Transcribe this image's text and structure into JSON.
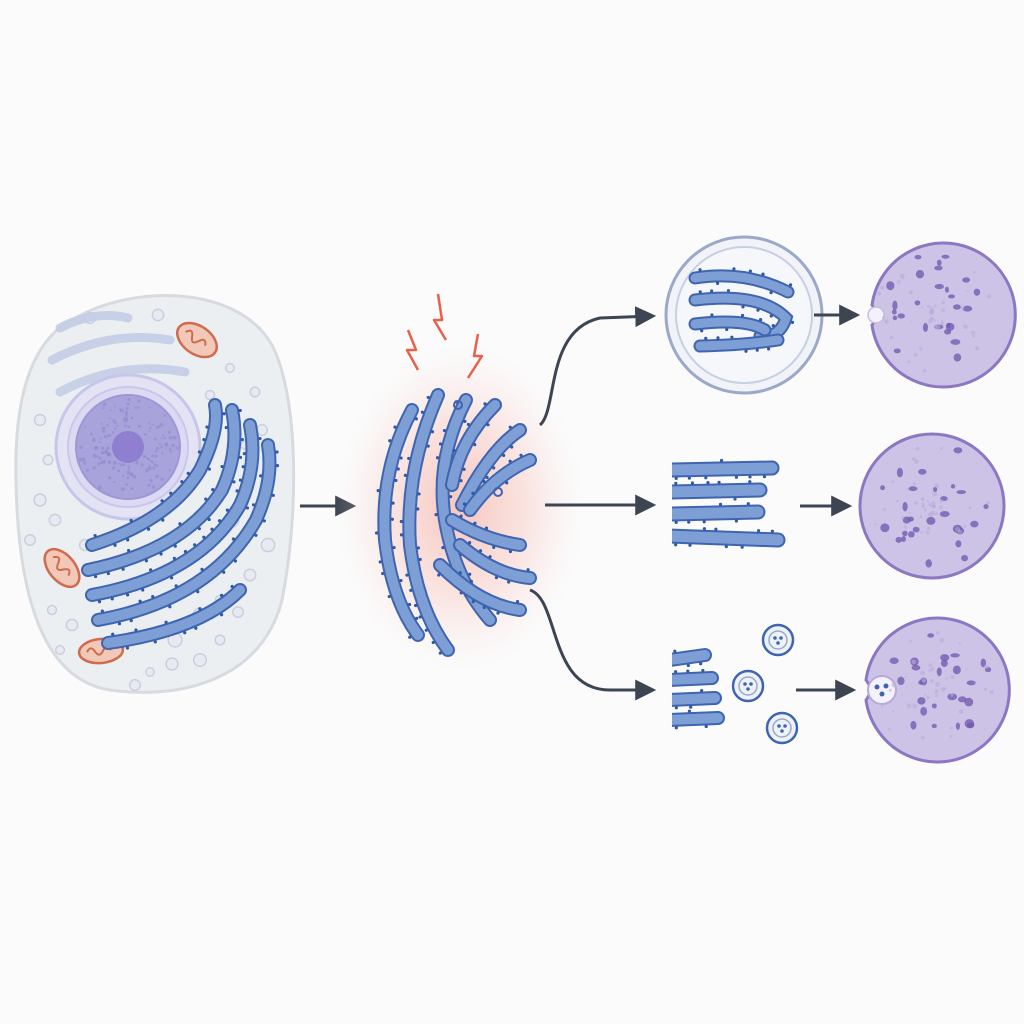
{
  "diagram": {
    "title": "",
    "colors": {
      "background": "#fbfbfc",
      "cell_fill": "#eceff1",
      "cell_stroke": "#d7dbe0",
      "er_fill": "#7e9fd6",
      "er_stroke": "#3f65b0",
      "er_dot": "#2f58a8",
      "nucleus_ring": "#c7c6ea",
      "nucleus_fill": "#a9a3dc",
      "nucleolus": "#8f7fd0",
      "mito_fill": "#f2c9b8",
      "mito_stroke": "#cf6b4f",
      "vesicle_fill": "#e8eaf2",
      "vesicle_stroke": "#c9cfe0",
      "stress_glow": "#f6b3aa",
      "lightning": "#e8604a",
      "arrow": "#3d4552",
      "lysosome_fill": "#cdc3e6",
      "lysosome_stroke": "#8c77c2",
      "lysosome_dot": "#6d55ad",
      "autophagosome_fill": "#eef1f7",
      "autophagosome_stroke": "#9aa9c9"
    },
    "stages": [
      {
        "id": "healthy-cell",
        "icon": "cell-with-er-icon"
      },
      {
        "id": "stressed-er",
        "icon": "stressed-er-icon"
      },
      {
        "id": "pathway-1",
        "icons": [
          "autophagosome-icon",
          "lysosome-icon"
        ]
      },
      {
        "id": "pathway-2",
        "icons": [
          "er-fragment-icon",
          "lysosome-icon"
        ]
      },
      {
        "id": "pathway-3",
        "icons": [
          "er-vesicles-icon",
          "lysosome-icon"
        ]
      }
    ]
  }
}
